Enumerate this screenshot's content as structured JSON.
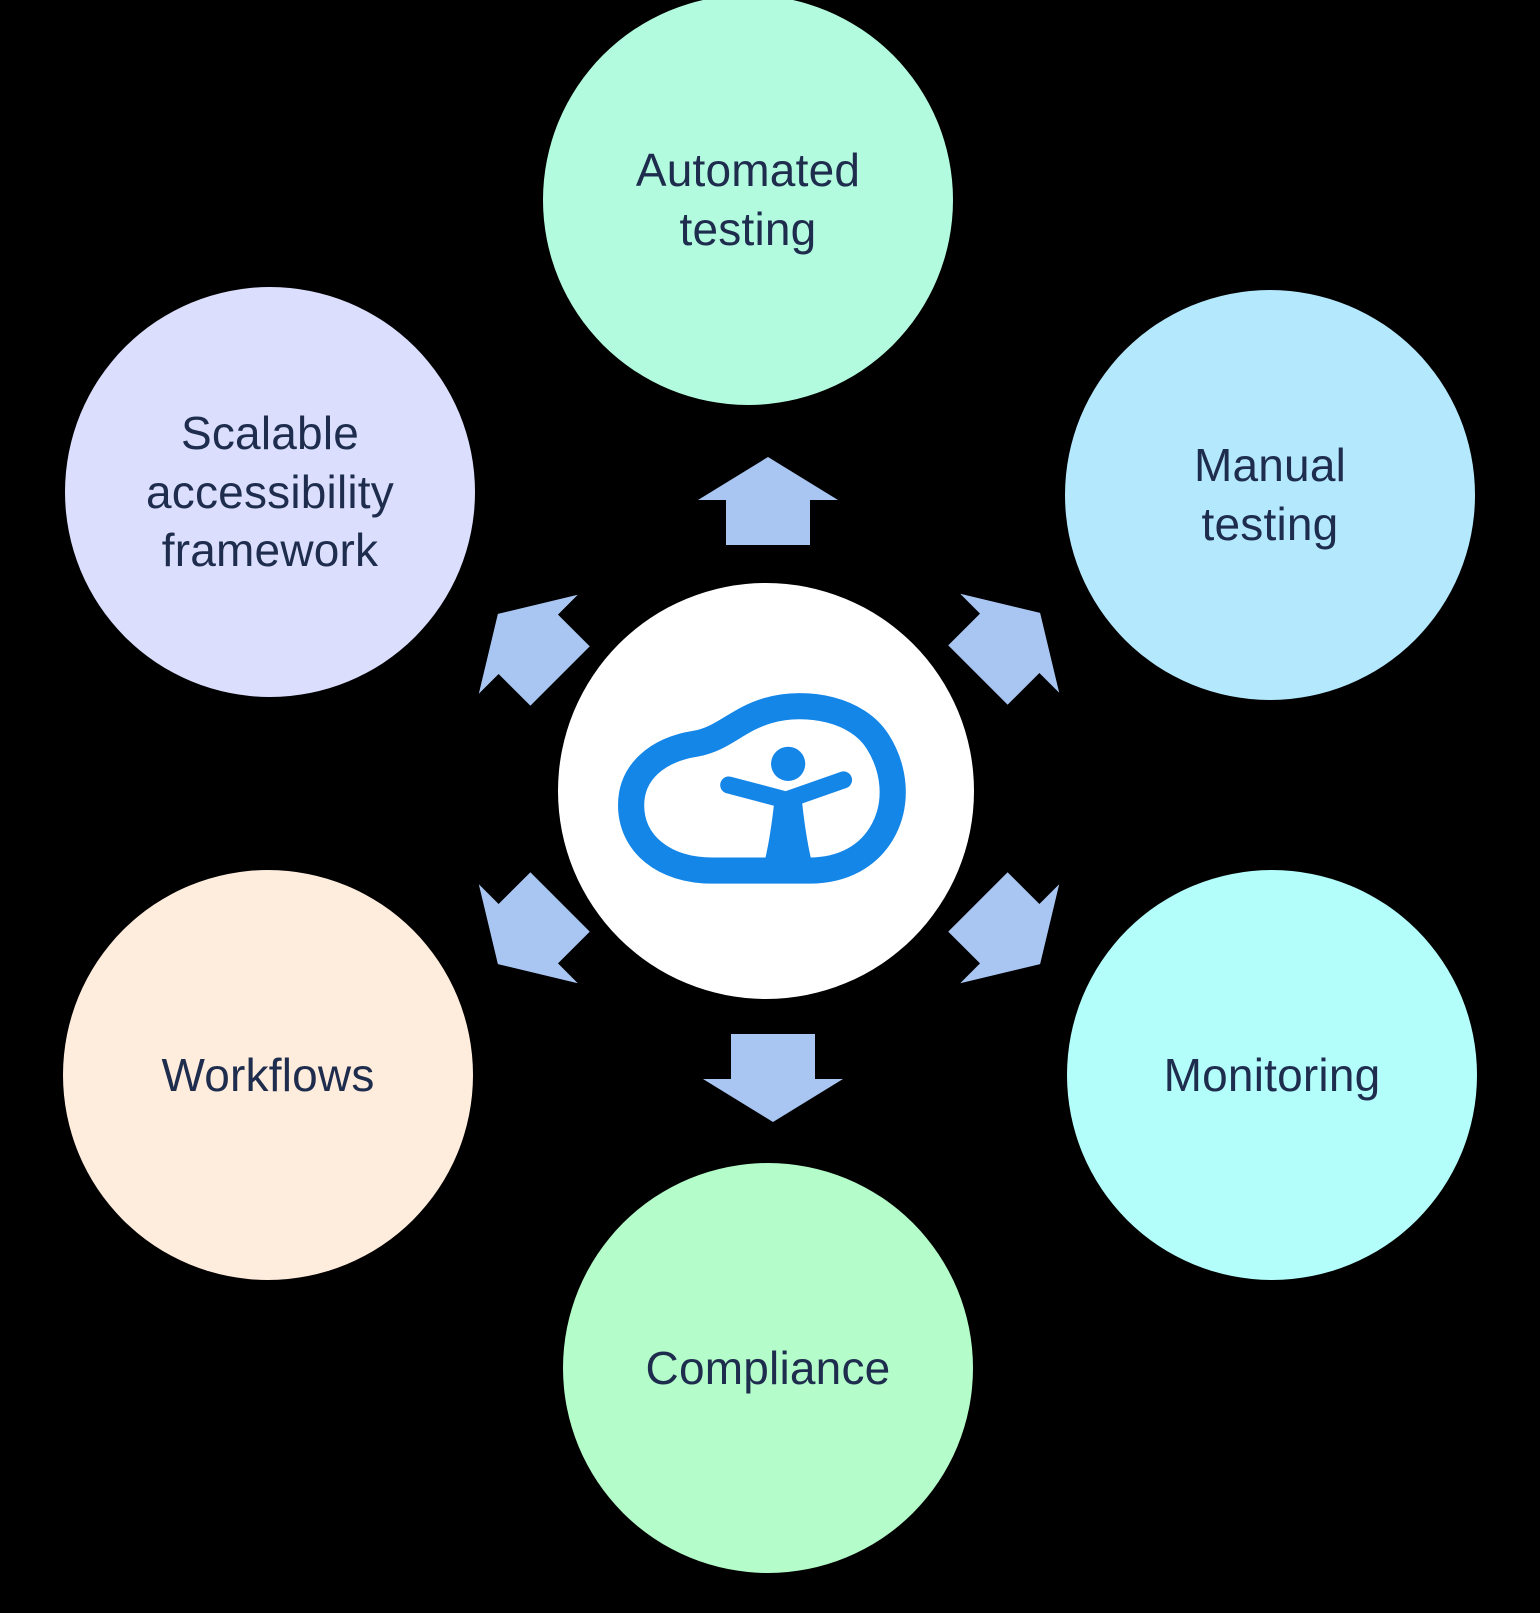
{
  "background": "#000000",
  "text_color": "#1e2c4d",
  "center": {
    "bg": "#ffffff",
    "logo": {
      "name": "accessibility-cloud-logo",
      "color": "#1386e8"
    }
  },
  "arrows": {
    "icon": "block-arrow-icon",
    "color": "#a9c6f3",
    "directions": [
      "up",
      "up-right",
      "up-left",
      "down-left",
      "down-right",
      "down"
    ]
  },
  "nodes": [
    {
      "id": "automated-testing",
      "label": "Automated testing",
      "color": "#b3fbdf"
    },
    {
      "id": "manual-testing",
      "label": "Manual testing",
      "color": "#b4e8fd"
    },
    {
      "id": "monitoring",
      "label": "Monitoring",
      "color": "#b3fdfb"
    },
    {
      "id": "compliance",
      "label": "Compliance",
      "color": "#b4fcc9"
    },
    {
      "id": "workflows",
      "label": "Workflows",
      "color": "#feecdc"
    },
    {
      "id": "scalable-accessibility-framework",
      "label": "Scalable accessibility framework",
      "color": "#dbdffd"
    }
  ]
}
